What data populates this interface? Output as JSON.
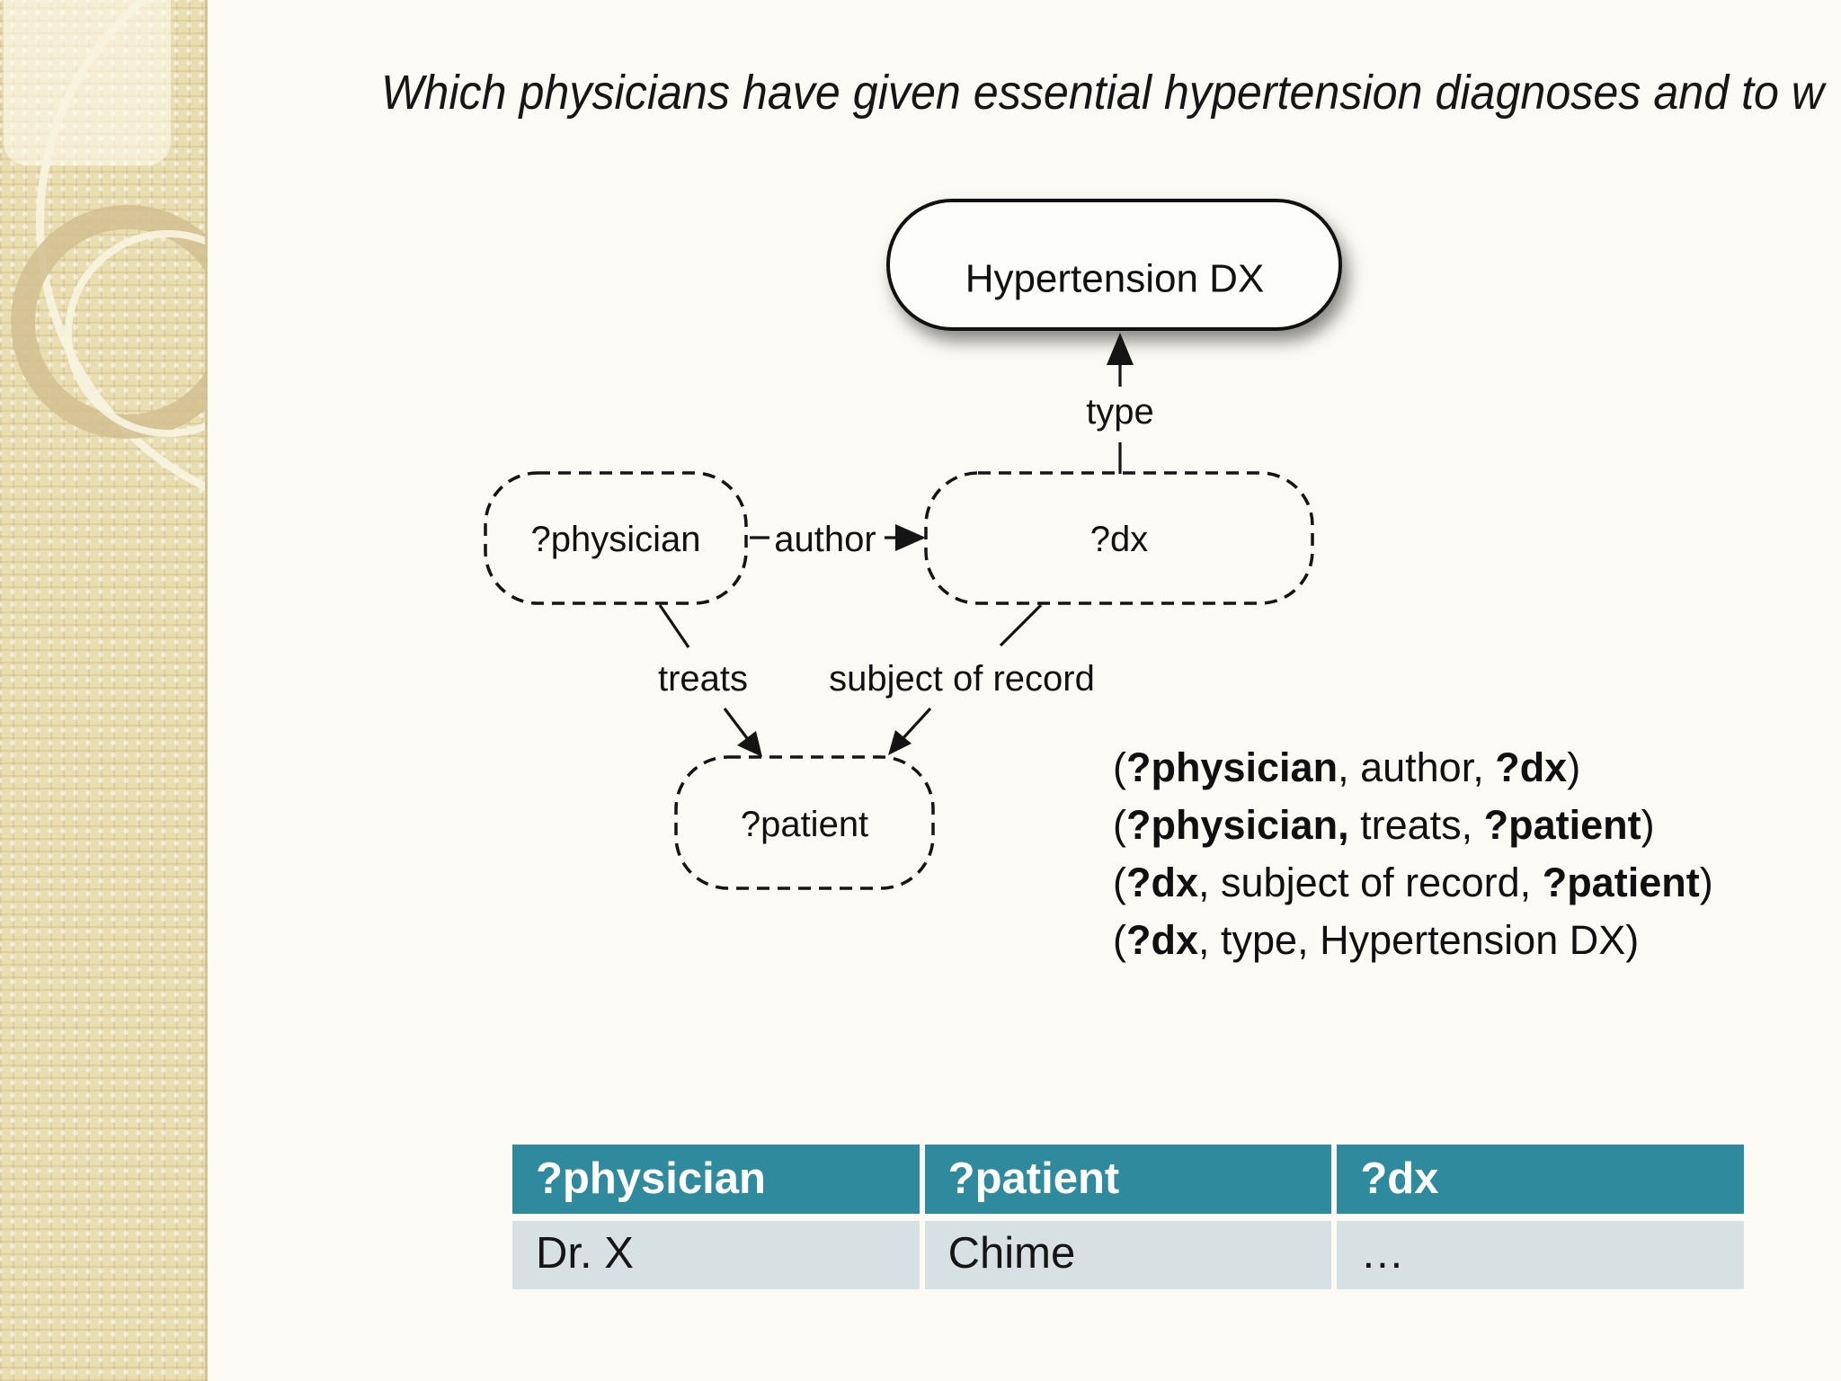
{
  "slide": {
    "title": "Which physicians have given essential hypertension diagnoses and to w",
    "diagram": {
      "nodes": {
        "hypertension": "Hypertension DX",
        "physician": "?physician",
        "dx": "?dx",
        "patient": "?patient"
      },
      "edges": {
        "type": "type",
        "author": "author",
        "treats": "treats",
        "subject_of_record": "subject of record"
      }
    },
    "triples": {
      "line1": {
        "open": "(",
        "s1": "?physician",
        "mid": ", author, ",
        "s2": "?dx",
        "close": ")"
      },
      "line2": {
        "open": "(",
        "s1": "?physician,",
        "mid": " treats, ",
        "s2": "?patient",
        "close": ")"
      },
      "line3": {
        "open": "(",
        "s1": "?dx",
        "mid": ", subject of record, ",
        "s2": "?patient",
        "close": ")"
      },
      "line4": {
        "open": "(",
        "s1": "?dx",
        "mid": ", type, Hypertension DX",
        "s2": "",
        "close": ")"
      }
    },
    "table": {
      "headers": [
        "?physician",
        "?patient",
        "?dx"
      ],
      "rows": [
        [
          "Dr. X",
          "Chime",
          "…"
        ]
      ]
    },
    "colors": {
      "table_header_bg": "#2f8a9d",
      "table_row_bg": "#d7e1e4",
      "sidebar_bg": "#e9ddb2",
      "ink": "#141414"
    }
  }
}
